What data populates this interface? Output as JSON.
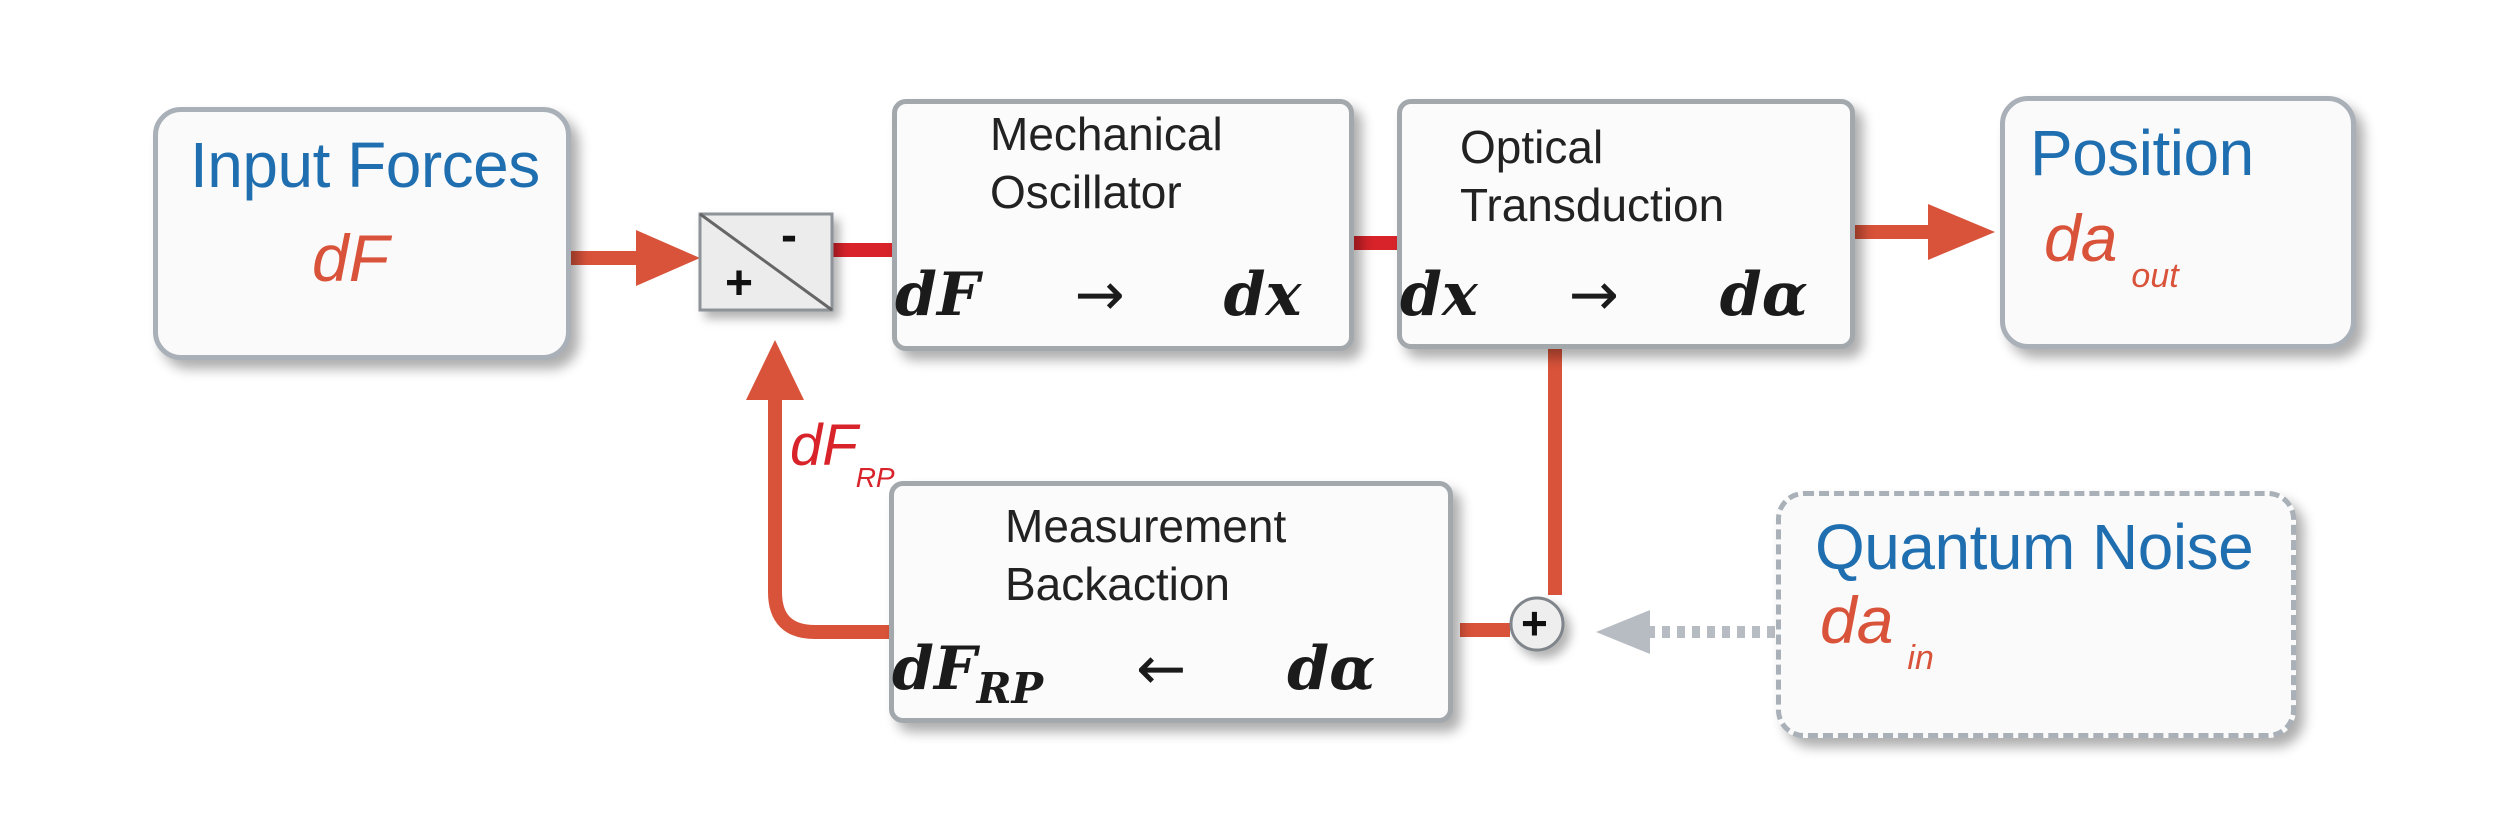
{
  "input_forces": {
    "title": "Input Forces",
    "symbol": "dF"
  },
  "position": {
    "title": "Position",
    "symbol": "da",
    "subscript": "out"
  },
  "quantum_noise": {
    "title": "Quantum Noise",
    "symbol": "da",
    "subscript": "in"
  },
  "mechanical_oscillator": {
    "label_line1": "Mechanical",
    "label_line2": "Oscillator",
    "input": "dF",
    "arrow": "→",
    "output": "dx"
  },
  "optical_transduction": {
    "label_line1": "Optical",
    "label_line2": "Transduction",
    "input": "dx",
    "arrow": "→",
    "output": "dα"
  },
  "measurement_backaction": {
    "label_line1": "Measurement",
    "label_line2": "Backaction",
    "output": "dF",
    "output_sub": "RP",
    "arrow": "←",
    "input": "dα"
  },
  "feedback": {
    "symbol": "dF",
    "subscript": "RP"
  },
  "summing_junction": {
    "minus": "-",
    "plus": "+"
  },
  "adder": {
    "symbol": "+"
  },
  "colors": {
    "title_blue": "#1f6fb0",
    "signal_red": "#d9533a",
    "feedback_red": "#d8232a",
    "noise_gray": "#b6bcc2",
    "border_gray": "#a9b0b8"
  }
}
